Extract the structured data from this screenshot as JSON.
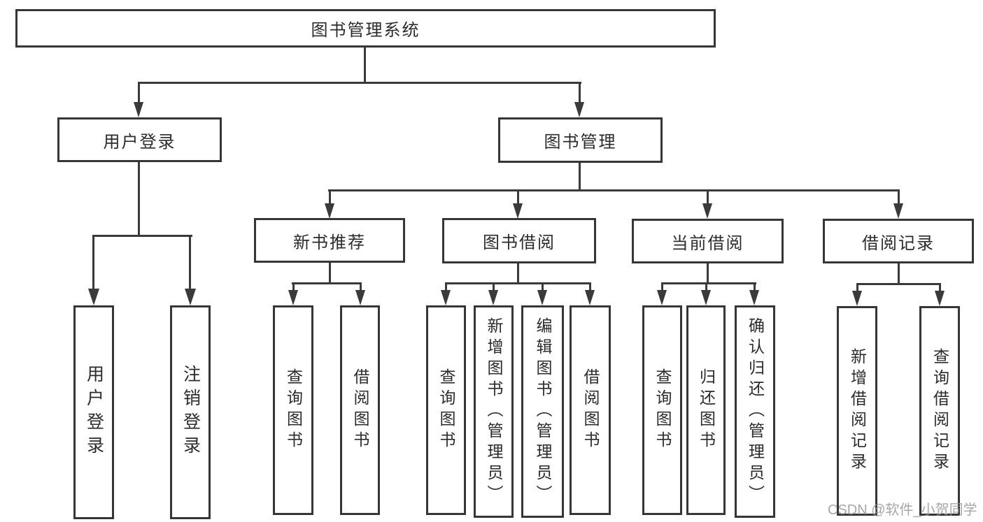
{
  "tree": {
    "root": "图书管理系统",
    "branches": [
      {
        "label": "用户登录",
        "children": [
          "用户登录",
          "注销登录"
        ]
      },
      {
        "label": "图书管理",
        "groups": [
          {
            "label": "新书推荐",
            "children": [
              "查询图书",
              "借阅图书"
            ]
          },
          {
            "label": "图书借阅",
            "children": [
              "查询图书",
              "新增图书（管理员）",
              "编辑图书（管理员）",
              "借阅图书"
            ]
          },
          {
            "label": "当前借阅",
            "children": [
              "查询图书",
              "归还图书",
              "确认归还（管理员）"
            ]
          },
          {
            "label": "借阅记录",
            "children": [
              "新增借阅记录",
              "查询借阅记录"
            ]
          }
        ]
      }
    ]
  },
  "watermark": "CSDN @软件_小贺同学",
  "colors": {
    "line": "#3a3a3a",
    "text": "#2b2b2b",
    "background": "#ffffff",
    "watermark": "#969696"
  }
}
